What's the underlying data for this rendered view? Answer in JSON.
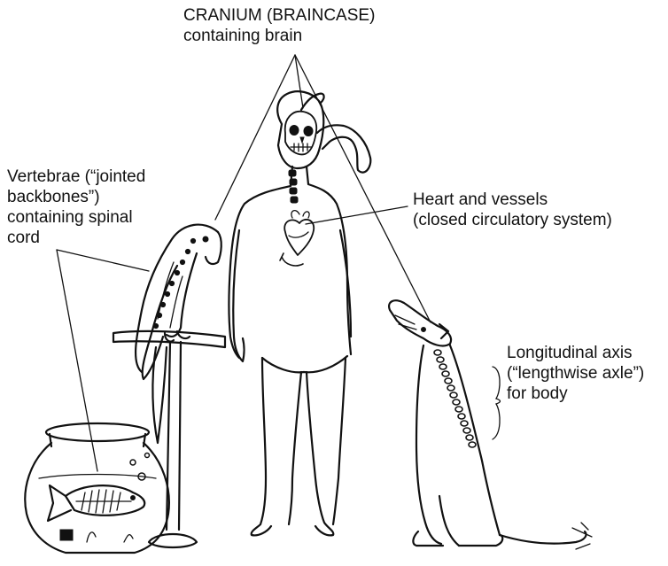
{
  "labels": {
    "cranium": {
      "line1": "CRANIUM (BRAINCASE)",
      "line2": "containing brain"
    },
    "vertebrae": {
      "line1": "Vertebrae (“jointed",
      "line2": "backbones”)",
      "line3": "containing spinal",
      "line4": "cord"
    },
    "heart": {
      "line1": "Heart and vessels",
      "line2": "(closed circulatory system)"
    },
    "axis": {
      "line1": "Longitudinal axis",
      "line2": "(“lengthwise axle”)",
      "line3": "for body"
    }
  }
}
